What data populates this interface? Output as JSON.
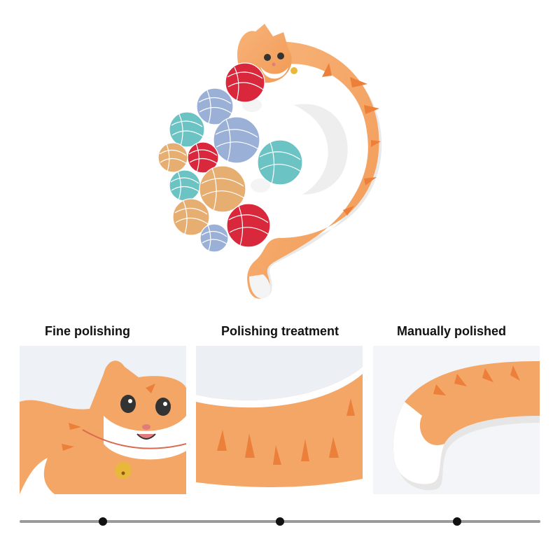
{
  "captions": {
    "left": "Fine polishing",
    "middle": "Polishing treatment",
    "right": "Manually polished"
  },
  "colors": {
    "cat_orange": "#f4a667",
    "cat_stripe": "#ec7f3a",
    "yarn_red": "#d9283c",
    "yarn_blue": "#9ab0d6",
    "yarn_teal": "#6cc3c3",
    "yarn_tan": "#e7ae72",
    "timeline": "#9a9a9a"
  },
  "icons": [
    "cat-figure",
    "yarn-ball",
    "bell-icon",
    "timeline-dot"
  ]
}
